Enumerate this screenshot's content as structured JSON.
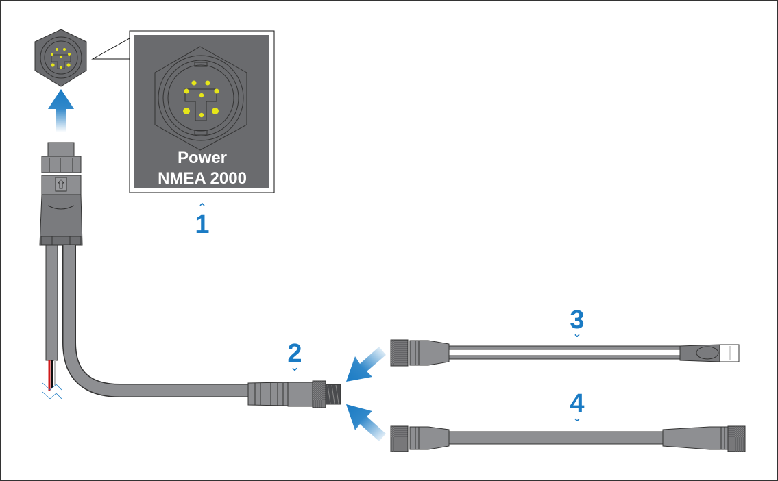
{
  "diagram": {
    "title": "Power / NMEA 2000 connection diagram",
    "callout": {
      "line1": "Power",
      "line2": "NMEA 2000"
    },
    "numbers": {
      "n1": "1",
      "n2": "2",
      "n3": "3",
      "n4": "4"
    },
    "carets": {
      "up": "⌃",
      "down": "⌄"
    },
    "colors": {
      "accent_blue": "#1a7bc4",
      "cable_gray": "#8e8f92",
      "connector_dark": "#6a6b6e",
      "pin_yellow": "#e6e619",
      "callout_bg": "#6a6b6e",
      "wire_red": "#d11b1b",
      "wire_black": "#111111"
    }
  }
}
